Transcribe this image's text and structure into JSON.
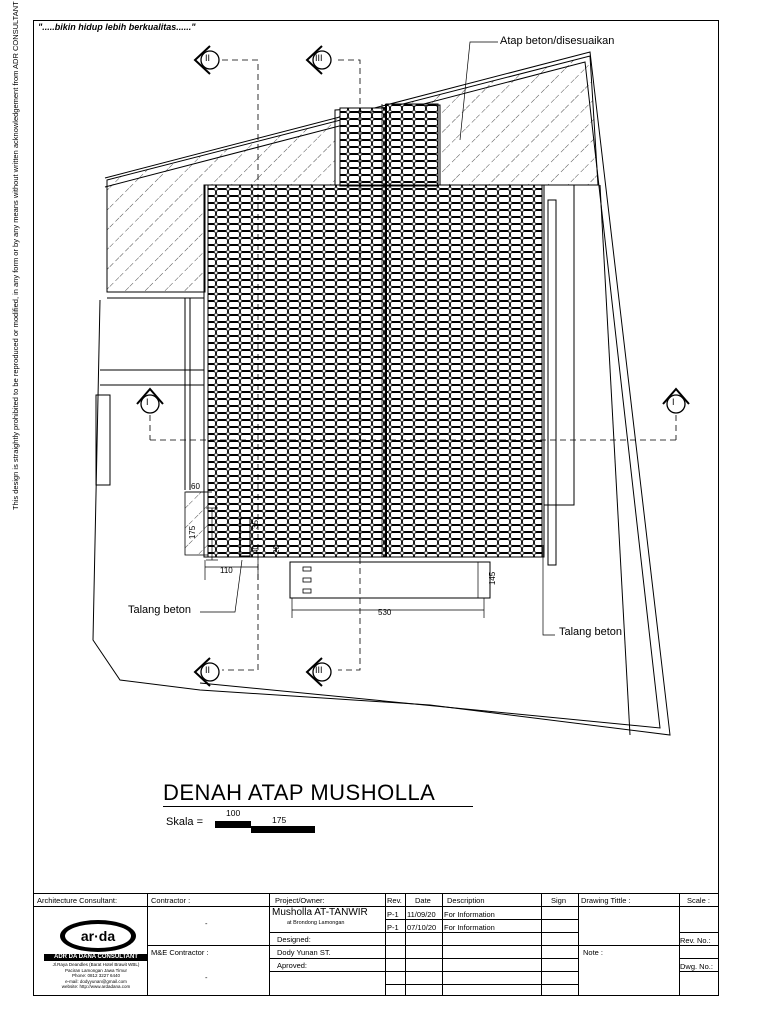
{
  "tagline": "\".....bikin hidup lebih berkualitas......\"",
  "sidenote": "This design is straightly prohibited to be reproduced or modified, in any form or by any means without written acknowledgement from ADR CONSULTANT",
  "labels": {
    "roof_note": "Atap beton/disesuaikan",
    "gutter_left": "Talang beton",
    "gutter_right": "Talang beton"
  },
  "section_markers": {
    "one": "I",
    "two": "II",
    "three": "III"
  },
  "dimensions": {
    "d60": "60",
    "d175": "175",
    "d35": "35",
    "d40": "40",
    "d20": "20",
    "d110": "110",
    "d145": "145",
    "d530": "530"
  },
  "drawing_title": "DENAH ATAP MUSHOLLA",
  "scale": {
    "label": "Skala =",
    "n1": "100",
    "n2": "175"
  },
  "title_block": {
    "arch_consultant": "Architecture Consultant:",
    "contractor": "Contractor :",
    "contractor_value": "-",
    "me_contractor": "M&E Contractor :",
    "me_value": "-",
    "project_owner": "Project/Owner:",
    "project_name": "Musholla AT-TANWIR",
    "project_loc": "at Brondong Lamongan",
    "designed": "Designed:",
    "designer": "Dody Yunan ST.",
    "approved": "Aproved:",
    "rev": "Rev.",
    "date": "Date",
    "description": "Description",
    "sign": "Sign",
    "drawing_title": "Drawing Tittle :",
    "scale": "Scale :",
    "rev_no": "Rev. No.:",
    "note": "Note :",
    "dwg_no": "Dwg. No.:",
    "revisions": [
      {
        "rev": "P-1",
        "date": "11/09/20",
        "desc": "For Information"
      },
      {
        "rev": "P-1",
        "date": "07/10/20",
        "desc": "For Information"
      }
    ]
  },
  "logo": {
    "mark": "ar·da",
    "name": "ADR DA DANA CONSULTANT",
    "addr1": "Jl.Raya Deandles (Barat Hotel Brawit WBL)",
    "addr2": "Paciran Lamongan Jawa Timur",
    "phone": "Phone: 0812 3227 6440",
    "email": "e-mail: dodyyunan@gmail.com",
    "web": "website: http://www.ardadana.com"
  }
}
